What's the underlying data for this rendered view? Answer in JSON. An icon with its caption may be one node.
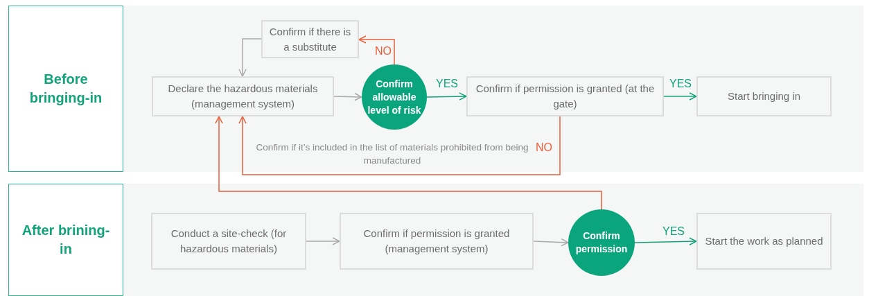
{
  "diagram": {
    "nodes": [
      {
        "text": [
          "Before bringing-in"
        ]
      },
      {
        "text": [
          "Confirm if there is a substitute"
        ]
      },
      {
        "text": [
          "Declare the hazardous materials (management system)"
        ]
      },
      {
        "text": [
          "Confirm allowable level of risk"
        ]
      },
      {
        "text": [
          "Confirm if permission is granted (at the gate)"
        ]
      },
      {
        "text": [
          "Start bringing in"
        ]
      },
      {
        "text": [
          "After brining-in"
        ]
      },
      {
        "text": [
          "Conduct a site-check (for hazardous materials)"
        ]
      },
      {
        "text": [
          "Confirm if permission is granted (management system)"
        ]
      },
      {
        "text": [
          "Confirm permission"
        ]
      },
      {
        "text": [
          "Start the work as planned"
        ]
      }
    ],
    "edges": [
      {
        "from": 1,
        "to": 2,
        "arrow": "to"
      },
      {
        "from": 2,
        "to": 3,
        "arrow": "to"
      },
      {
        "from": 3,
        "to": 1,
        "arrow": "to",
        "label": "NO",
        "color": "#e8603c"
      },
      {
        "from": 3,
        "to": 4,
        "arrow": "to",
        "label": "YES",
        "color": "#12a37a"
      },
      {
        "from": 4,
        "to": 5,
        "arrow": "to",
        "label": "YES",
        "color": "#12a37a"
      },
      {
        "from": 4,
        "to": 2,
        "arrow": "to",
        "label": "NO",
        "color": "#e8603c"
      },
      {
        "from": 9,
        "to": 2,
        "arrow": "to",
        "color": "#e8603c"
      },
      {
        "from": 7,
        "to": 8,
        "arrow": "to"
      },
      {
        "from": 8,
        "to": 9,
        "arrow": "to"
      },
      {
        "from": 9,
        "to": 10,
        "arrow": "to",
        "label": "YES",
        "color": "#12a37a"
      }
    ],
    "labels": [
      "Confirm if it’s included in the list of materials prohibited from being manufactured"
    ]
  }
}
